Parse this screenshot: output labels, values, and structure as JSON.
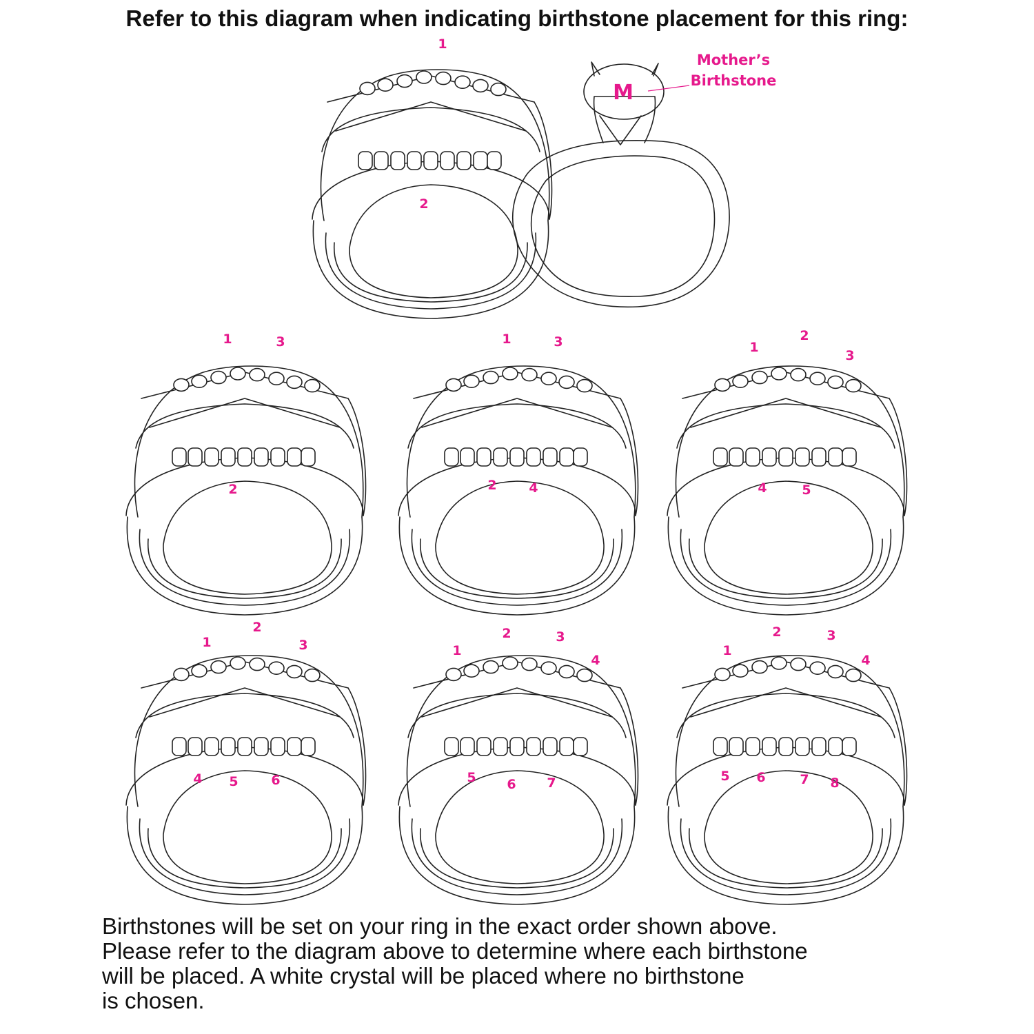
{
  "heading": "Refer to this diagram when indicating birthstone placement for this ring:",
  "colors": {
    "accent": "#e6198c",
    "line": "#222222",
    "text": "#111111"
  },
  "mothers_ring": {
    "letter": "M",
    "label_line1": "Mother’s",
    "label_line2": "Birthstone"
  },
  "footer_lines": [
    "Birthstones will be set on your ring in the exact order shown above.",
    "Please refer to the diagram above to determine where each birthstone",
    "will be placed. A white crystal will be placed where no birthstone",
    "is chosen."
  ],
  "diagrams": [
    {
      "stone_count": 2,
      "labels": [
        "1",
        "2"
      ]
    },
    {
      "stone_count": 3,
      "labels": [
        "1",
        "3",
        "2"
      ]
    },
    {
      "stone_count": 4,
      "labels": [
        "1",
        "3",
        "2",
        "4"
      ]
    },
    {
      "stone_count": 5,
      "labels": [
        "1",
        "2",
        "3",
        "4",
        "5"
      ]
    },
    {
      "stone_count": 6,
      "labels": [
        "1",
        "2",
        "3",
        "4",
        "5",
        "6"
      ]
    },
    {
      "stone_count": 7,
      "labels": [
        "2",
        "3",
        "1",
        "4",
        "5",
        "6",
        "7"
      ]
    },
    {
      "stone_count": 8,
      "labels": [
        "2",
        "3",
        "1",
        "4",
        "5",
        "6",
        "7",
        "8"
      ]
    }
  ]
}
